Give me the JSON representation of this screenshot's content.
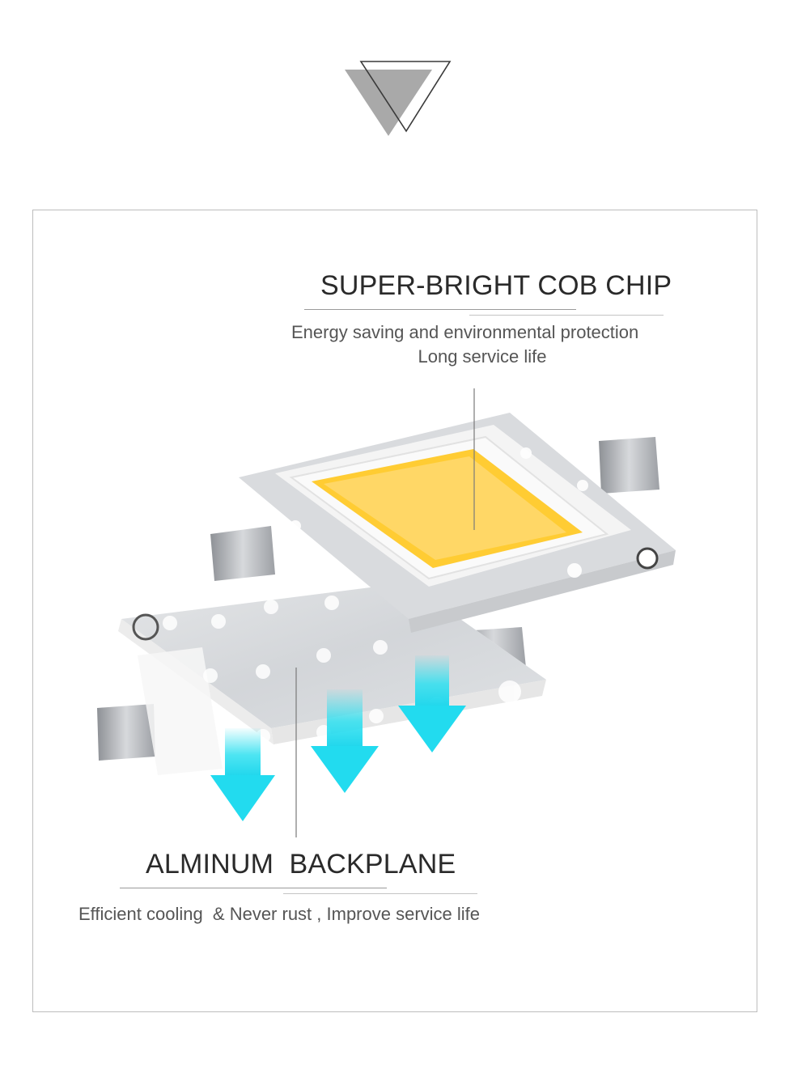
{
  "top_feature": {
    "title": "SUPER-BRIGHT COB CHIP",
    "lines": [
      "Energy saving and environmental protection",
      "Long service life"
    ]
  },
  "bottom_feature": {
    "title": "ALMINUM  BACKPLANE",
    "line": "Efficient cooling  & Never rust , Improve service life"
  },
  "colors": {
    "led_phosphor": "#ffcc33",
    "arrow": "#2ee0f0",
    "frame_border": "#bdbdbd",
    "triangle": "#a9a9a9"
  },
  "icons": {
    "header": "down-triangle-icon",
    "flow": "down-arrow-icon"
  }
}
